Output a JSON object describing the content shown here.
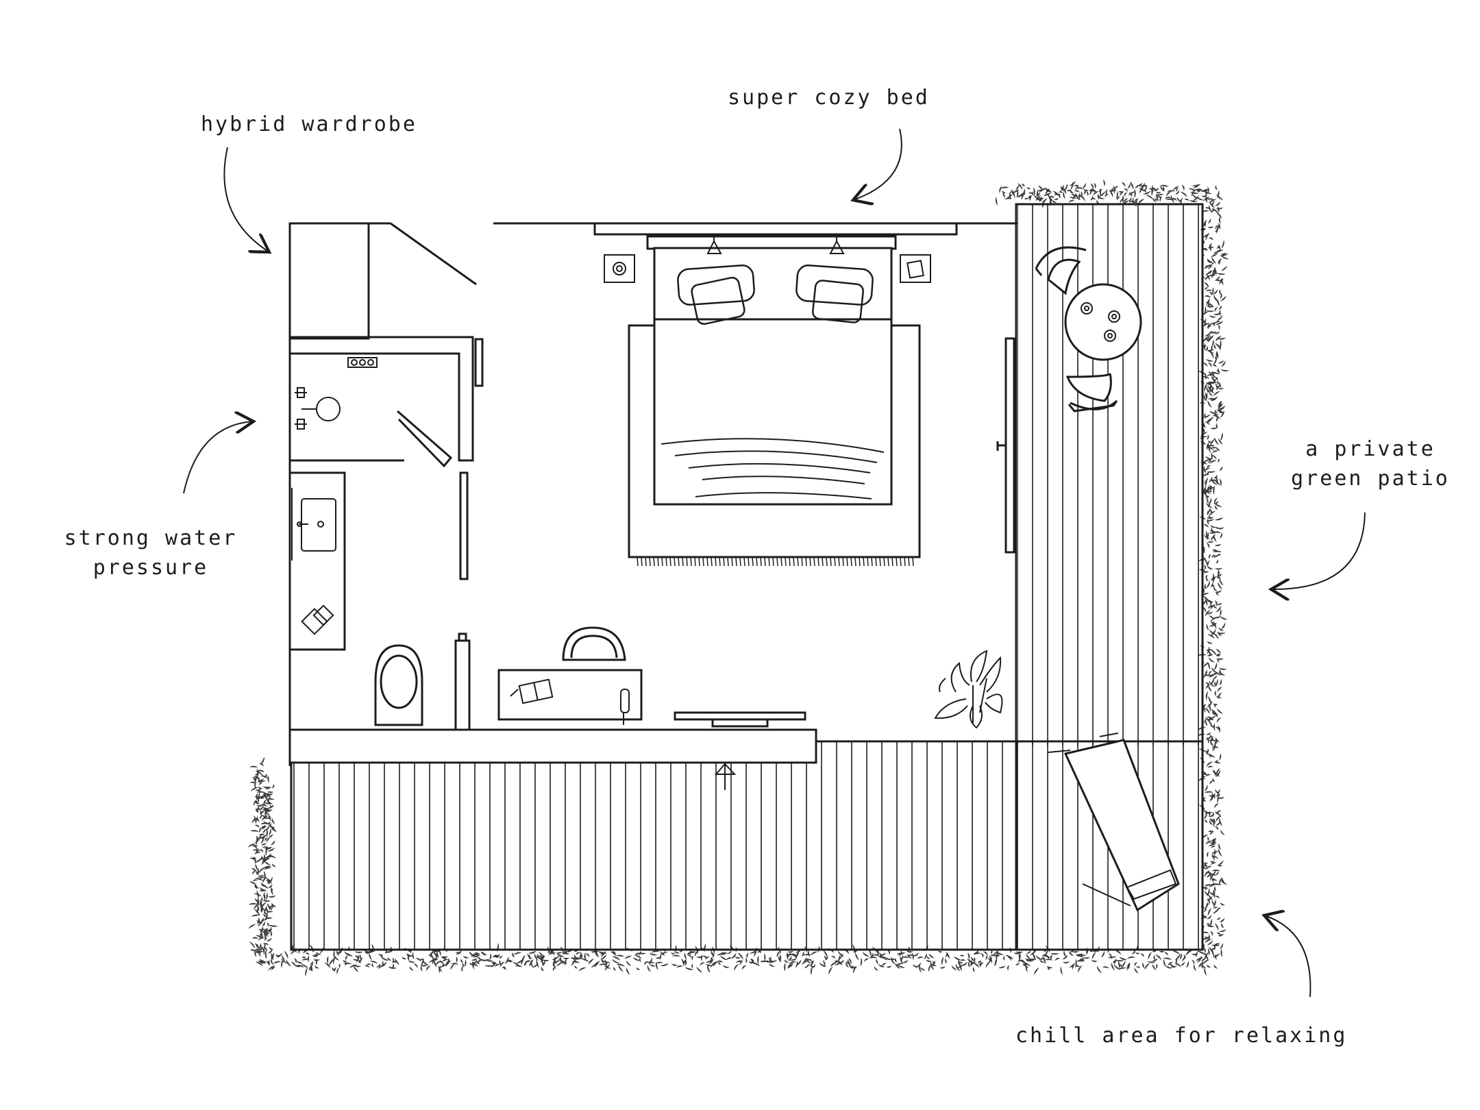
{
  "annotations": {
    "wardrobe": "hybrid wardrobe",
    "bed": "super cozy bed",
    "shower_line1": "strong water",
    "shower_line2": "pressure",
    "patio_line1": "a private",
    "patio_line2": "green patio",
    "chill": "chill area for relaxing"
  },
  "colors": {
    "ink": "#1c1c1c",
    "background": "#ffffff",
    "foliage": "#3a3a3a"
  },
  "icons": [
    "wardrobe-icon",
    "bed-icon",
    "pillow-icon",
    "wall-lamp-icon",
    "nightstand-icon",
    "shower-icon",
    "washbasin-icon",
    "toilet-icon",
    "desk-icon",
    "chair-icon",
    "plant-icon",
    "bistro-table-icon",
    "sun-lounger-icon",
    "hedge-icon"
  ]
}
